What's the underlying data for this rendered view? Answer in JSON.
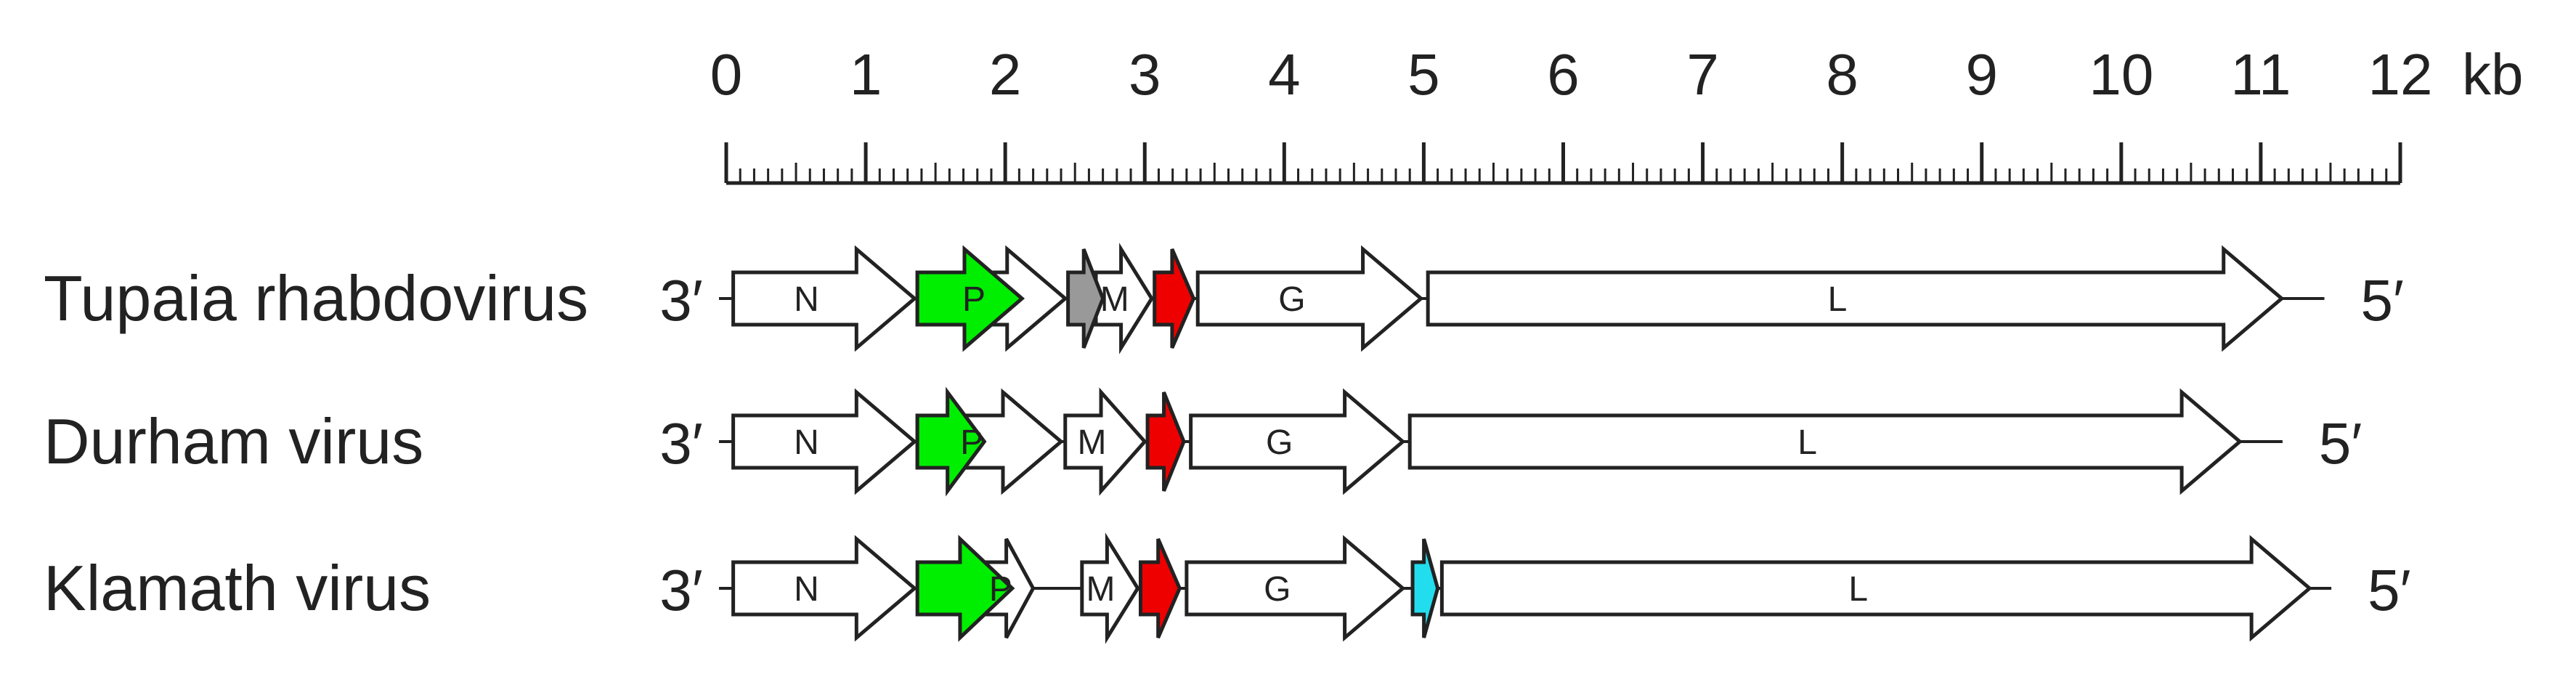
{
  "scale": {
    "unit_label": "kb",
    "min": 0,
    "max": 12,
    "major_ticks": [
      0,
      1,
      2,
      3,
      4,
      5,
      6,
      7,
      8,
      9,
      10,
      11,
      12
    ],
    "minor_step": 0.1
  },
  "ends": {
    "left": "3′",
    "right": "5′"
  },
  "colors": {
    "outline": "#222222",
    "white": "#ffffff",
    "green": "#00ee00",
    "gray": "#999999",
    "red": "#ee0000",
    "cyan": "#22ddee"
  },
  "genomes": [
    {
      "name": "Tupaia rhabdovirus",
      "length_kb": 11.3,
      "genes": [
        {
          "label": "N",
          "start": 0.05,
          "end": 1.35,
          "color": "white"
        },
        {
          "label": "",
          "start": 1.37,
          "end": 2.12,
          "color": "green"
        },
        {
          "label": "P",
          "start": 1.37,
          "end": 2.43,
          "color": "white"
        },
        {
          "label": "",
          "start": 2.45,
          "end": 2.7,
          "color": "gray"
        },
        {
          "label": "M",
          "start": 2.65,
          "end": 3.05,
          "color": "white"
        },
        {
          "label": "",
          "start": 3.07,
          "end": 3.35,
          "color": "red"
        },
        {
          "label": "G",
          "start": 3.38,
          "end": 4.98,
          "color": "white"
        },
        {
          "label": "L",
          "start": 5.03,
          "end": 11.15,
          "color": "white"
        }
      ]
    },
    {
      "name": "Durham virus",
      "length_kb": 11.0,
      "genes": [
        {
          "label": "N",
          "start": 0.05,
          "end": 1.35,
          "color": "white"
        },
        {
          "label": "",
          "start": 1.37,
          "end": 1.85,
          "color": "green"
        },
        {
          "label": "P",
          "start": 1.37,
          "end": 2.4,
          "color": "white"
        },
        {
          "label": "M",
          "start": 2.43,
          "end": 3.0,
          "color": "white"
        },
        {
          "label": "",
          "start": 3.02,
          "end": 3.28,
          "color": "red"
        },
        {
          "label": "G",
          "start": 3.33,
          "end": 4.85,
          "color": "white"
        },
        {
          "label": "L",
          "start": 4.9,
          "end": 10.85,
          "color": "white"
        }
      ]
    },
    {
      "name": "Klamath virus",
      "length_kb": 11.35,
      "genes": [
        {
          "label": "N",
          "start": 0.05,
          "end": 1.35,
          "color": "white"
        },
        {
          "label": "",
          "start": 1.37,
          "end": 2.05,
          "color": "green"
        },
        {
          "label": "P",
          "start": 1.85,
          "end": 2.2,
          "color": "white"
        },
        {
          "label": "M",
          "start": 2.55,
          "end": 2.95,
          "color": "white"
        },
        {
          "label": "",
          "start": 2.97,
          "end": 3.25,
          "color": "red"
        },
        {
          "label": "G",
          "start": 3.3,
          "end": 4.85,
          "color": "white"
        },
        {
          "label": "",
          "start": 4.92,
          "end": 5.1,
          "color": "cyan"
        },
        {
          "label": "L",
          "start": 5.13,
          "end": 11.35,
          "color": "white"
        }
      ]
    }
  ]
}
